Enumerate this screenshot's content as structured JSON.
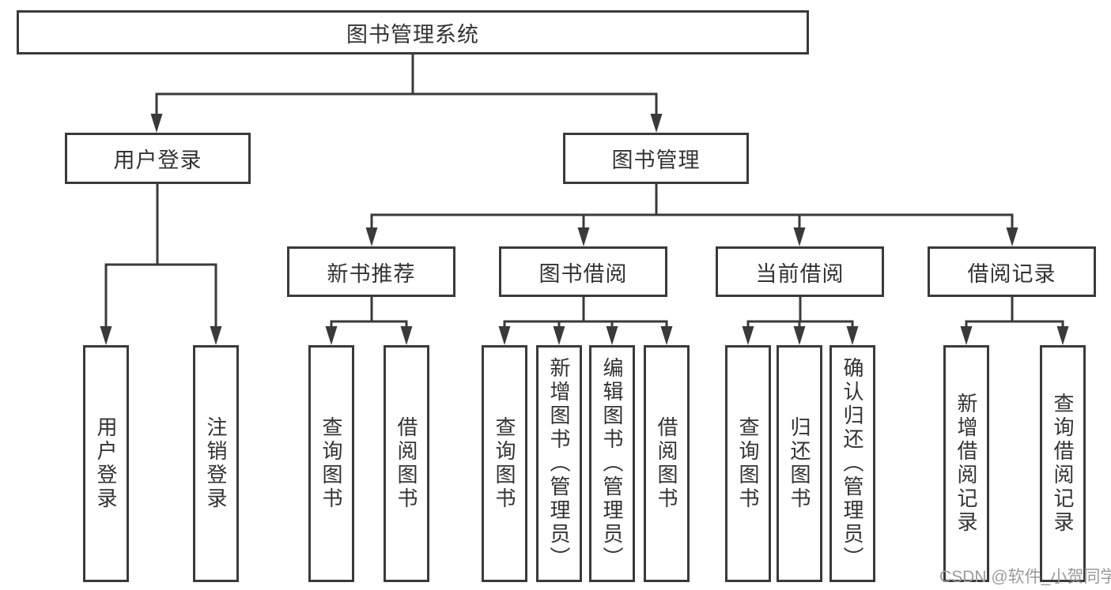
{
  "diagram_title": "图书管理系统",
  "tree": {
    "root": "图书管理系统",
    "children": [
      {
        "label": "用户登录",
        "children": [
          "用户登录",
          "注销登录"
        ]
      },
      {
        "label": "图书管理",
        "children": [
          {
            "label": "新书推荐",
            "children": [
              "查询图书",
              "借阅图书"
            ]
          },
          {
            "label": "图书借阅",
            "children": [
              "查询图书",
              "新增图书（管理员）",
              "编辑图书（管理员）",
              "借阅图书"
            ]
          },
          {
            "label": "当前借阅",
            "children": [
              "查询图书",
              "归还图书",
              "确认归还（管理员）"
            ]
          },
          {
            "label": "借阅记录",
            "children": [
              "新增借阅记录",
              "查询借阅记录"
            ]
          }
        ]
      }
    ]
  },
  "watermark": {
    "text": "CSDN @软件_小贺同学"
  },
  "colors": {
    "line": "#3a3a3a",
    "box_border": "#3a3a3a",
    "text": "#333333",
    "watermark_text": "#9b9b9b",
    "background": "#ffffff"
  }
}
